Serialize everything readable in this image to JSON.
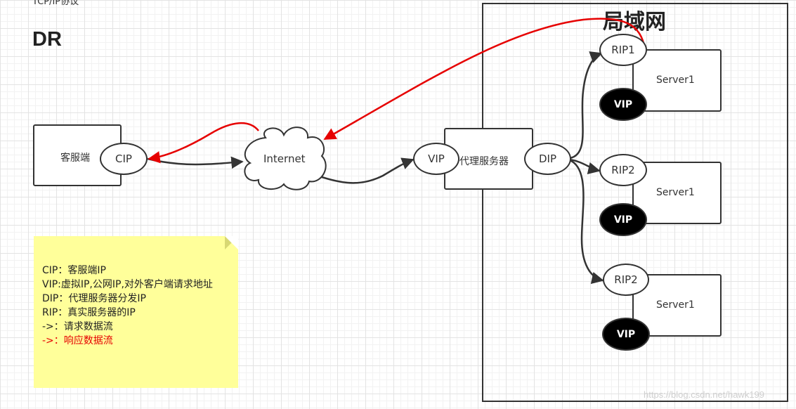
{
  "page": {
    "top_text": "TCP/IP协议",
    "title": "DR",
    "lan_title": "局域网",
    "watermark": "https://blog.csdn.net/hawk199"
  },
  "nodes": {
    "client_label": "客服端",
    "cip": "CIP",
    "internet": "Internet",
    "proxy_vip": "VIP",
    "proxy_label": "代理服务器",
    "dip": "DIP",
    "servers": [
      {
        "rip": "RIP1",
        "label": "Server1",
        "vip": "VIP"
      },
      {
        "rip": "RIP2",
        "label": "Server1",
        "vip": "VIP"
      },
      {
        "rip": "RIP2",
        "label": "Server1",
        "vip": "VIP"
      }
    ]
  },
  "legend": {
    "lines": [
      "CIP：客服端IP",
      "VIP:虚拟IP,公网IP,对外客户端请求地址",
      "DIP：代理服务器分发IP",
      "RIP：真实服务器的IP",
      "->：请求数据流",
      "->：响应数据流"
    ]
  },
  "colors": {
    "request_flow": "#333333",
    "response_flow": "#e60000",
    "note_background": "#ffff9a"
  }
}
